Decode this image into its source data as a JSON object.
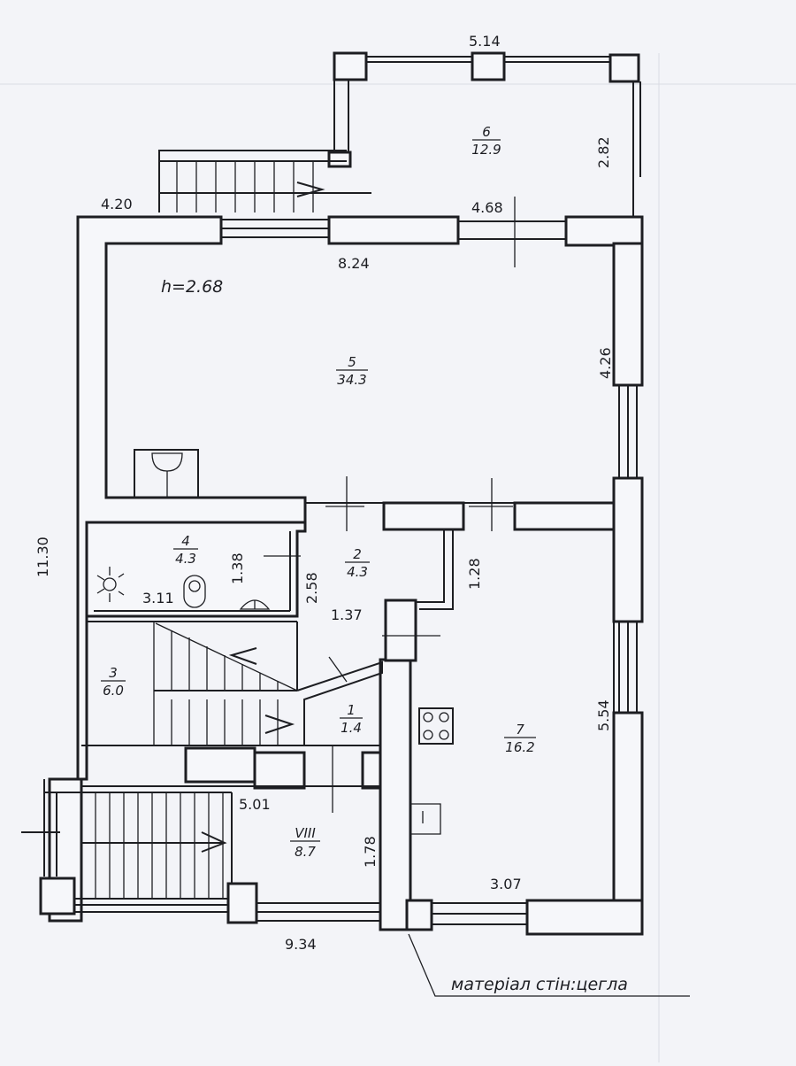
{
  "plan": {
    "height_note": "h=2.68",
    "material_note": "матеріал стін:цегла"
  },
  "dimensions": {
    "terrace_width": "5.14",
    "terrace_depth": "2.82",
    "top_left_width": "4.20",
    "top_right_width": "4.68",
    "hall_width": "8.24",
    "hall_depth": "4.26",
    "overall_depth": "11.30",
    "bath_width": "3.11",
    "bath_depth": "1.38",
    "corridor_depth": "2.58",
    "corridor_width": "1.37",
    "corridor_extra": "1.28",
    "kitchen_depth": "5.54",
    "kitchen_width": "3.07",
    "entrance_width": "5.01",
    "entrance_depth": "1.78",
    "overall_width": "9.34"
  },
  "rooms": [
    {
      "number": "1",
      "area": "1.4"
    },
    {
      "number": "2",
      "area": "4.3"
    },
    {
      "number": "3",
      "area": "6.0"
    },
    {
      "number": "4",
      "area": "4.3"
    },
    {
      "number": "5",
      "area": "34.3"
    },
    {
      "number": "6",
      "area": "12.9"
    },
    {
      "number": "7",
      "area": "16.2"
    },
    {
      "number": "VIII",
      "area": "8.7"
    }
  ]
}
